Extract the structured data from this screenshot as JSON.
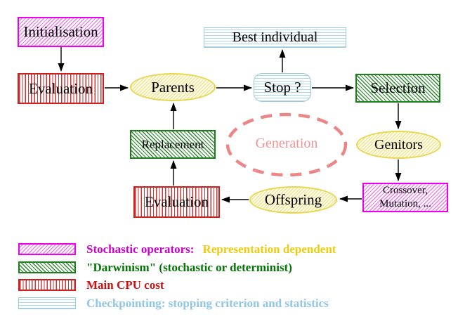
{
  "diagram": {
    "nodes": {
      "initialisation": "Initialisation",
      "best_individual": "Best individual",
      "evaluation_top": "Evaluation",
      "parents": "Parents",
      "stop": "Stop ?",
      "selection": "Selection",
      "replacement": "Replacement",
      "generation": "Generation",
      "genitors": "Genitors",
      "evaluation_bottom": "Evaluation",
      "offspring": "Offspring",
      "crossover": {
        "line1": "Crossover,",
        "line2": "Mutation, ..."
      }
    },
    "flow": [
      "Initialisation -> Evaluation",
      "Evaluation -> Parents",
      "Parents -> Stop ?",
      "Stop ? -> Best individual",
      "Stop ? -> Selection",
      "Selection -> Genitors",
      "Genitors -> Crossover, Mutation, ...",
      "Crossover, Mutation, ... -> Offspring",
      "Offspring -> Evaluation",
      "Evaluation -> Replacement",
      "Replacement -> Parents"
    ]
  },
  "legend": {
    "items": [
      {
        "swatch": "magenta-diagonal-hatch",
        "text": "Stochastic operators:",
        "text2": "Representation dependent",
        "text_color": "#cc00cc",
        "text2_color": "#eecc11"
      },
      {
        "swatch": "green-diagonal-hatch",
        "text": "\"Darwinism\" (stochastic or determinist)",
        "text_color": "#067306"
      },
      {
        "swatch": "red-vertical-stripes",
        "text": "Main CPU cost",
        "text_color": "#cc1111"
      },
      {
        "swatch": "cyan-horizontal-stripes",
        "text": "Checkpointing: stopping criterion and statistics",
        "text_color": "#8fc6e8"
      }
    ]
  },
  "colors": {
    "magenta_border": "#ee00ee",
    "magenta_hatch": "#ee7dee",
    "green_border": "#1e7e1e",
    "green_hatch": "#2e8b2e",
    "red_border": "#cc2222",
    "red_stripe": "#cc3333",
    "cyan_border": "#9cc8dd",
    "cyan_stripe": "#aed6e6",
    "yellow_border": "#e9d64f",
    "yellow_hatch": "#f0e593",
    "generation_dash": "#ec8686",
    "arrow": "#000000",
    "node_text": "#000000"
  }
}
